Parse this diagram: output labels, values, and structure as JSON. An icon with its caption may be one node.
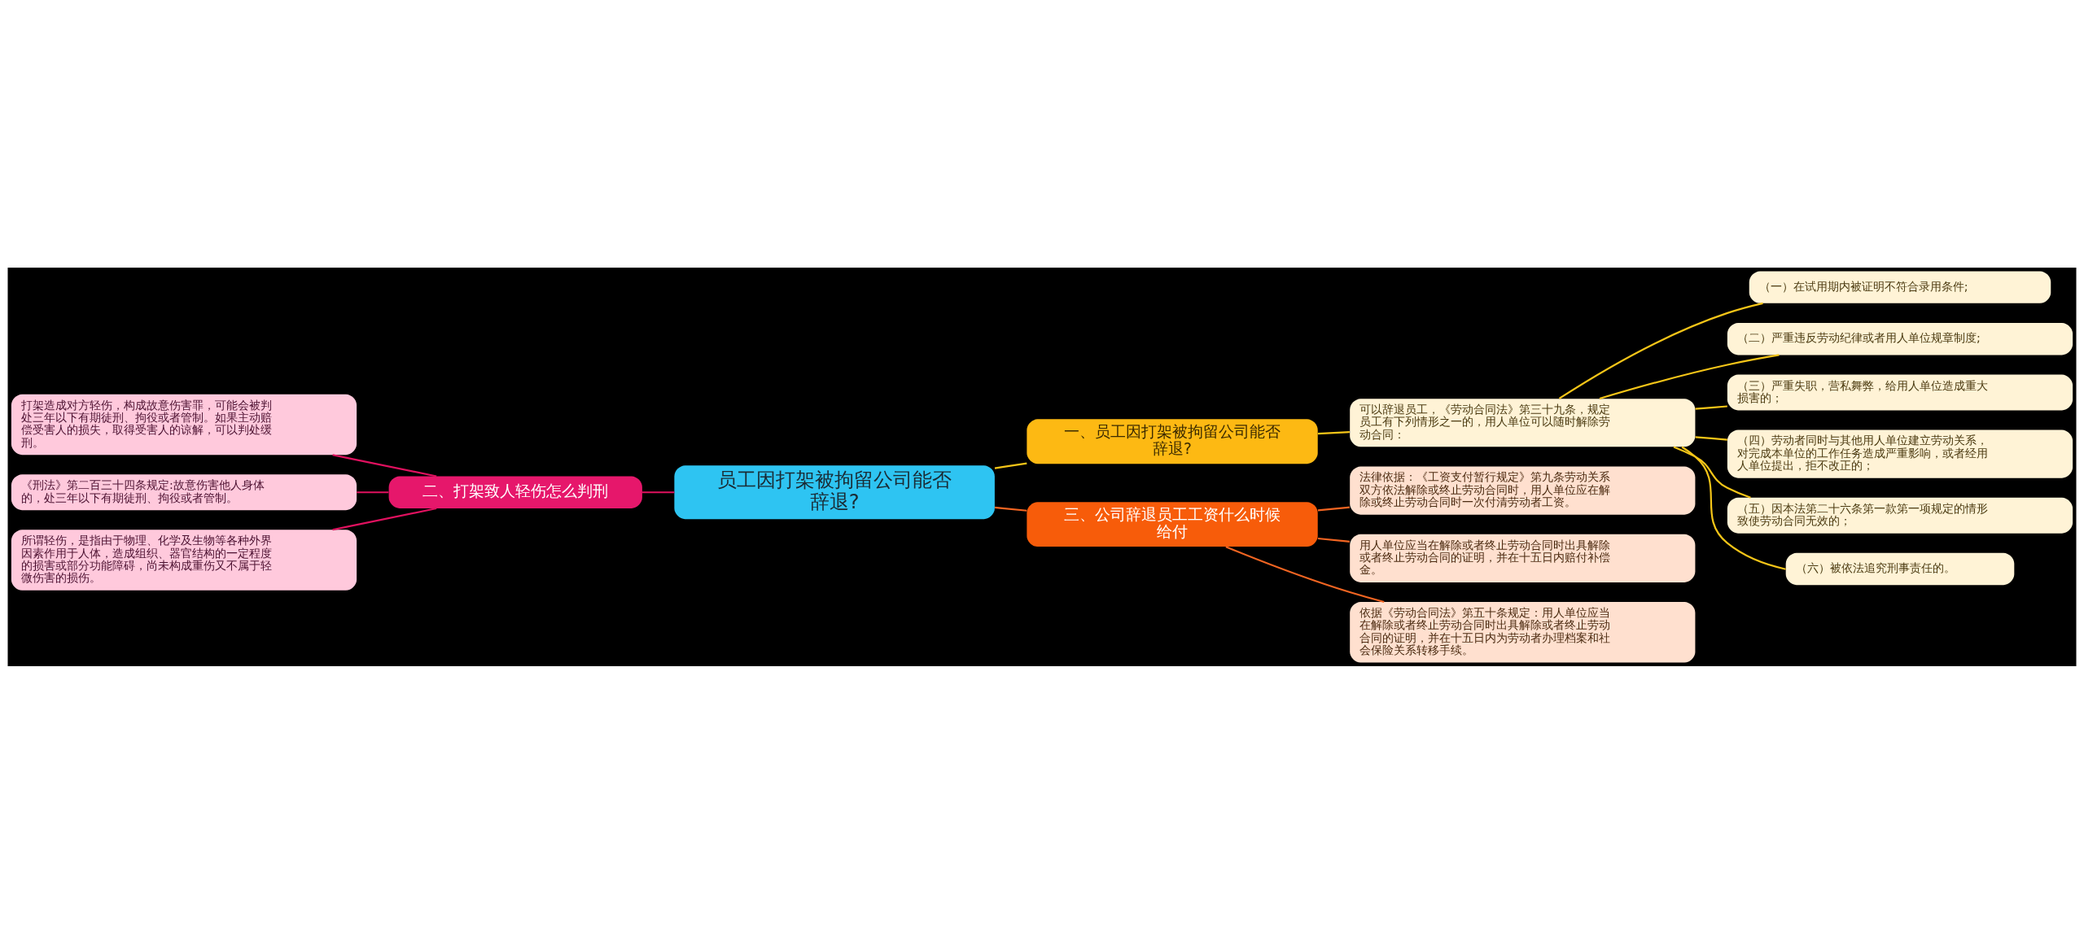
{
  "diagram": {
    "nodes": [
      {
        "text": [
          "员工因打架被拘留公司能否辞退?"
        ]
      },
      {
        "text": [
          "一、员工因打架被拘留公司能否辞退?"
        ]
      },
      {
        "text": [
          "可以辞退员工，《劳动合同法》第三十九条，规定员工有下列情形之一的，用人单位可以随时解除劳动合同："
        ]
      },
      {
        "text": [
          "（一）在试用期内被证明不符合录用条件;"
        ]
      },
      {
        "text": [
          "（二）严重违反劳动纪律或者用人单位规章制度;"
        ]
      },
      {
        "text": [
          "（三）严重失职，营私舞弊，给用人单位造成重大损害的；"
        ]
      },
      {
        "text": [
          "（四）劳动者同时与其他用人单位建立劳动关系，对完成本单位的工作任务造成严重影响，或者经用人单位提出，拒不改正的；"
        ]
      },
      {
        "text": [
          "（五）因本法第二十六条第一款第一项规定的情形致使劳动合同无效的；"
        ]
      },
      {
        "text": [
          "（六）被依法追究刑事责任的。"
        ]
      },
      {
        "text": [
          "三、公司辞退员工工资什么时候给付"
        ]
      },
      {
        "text": [
          "法律依据：《工资支付暂行规定》第九条劳动关系双方依法解除或终止劳动合同时，用人单位应在解除或终止劳动合同时一次付清劳动者工资。"
        ]
      },
      {
        "text": [
          "用人单位应当在解除或者终止劳动合同时出具解除或者终止劳动合同的证明，并在十五日内赔付补偿金。"
        ]
      },
      {
        "text": [
          "依据《劳动合同法》第五十条规定：用人单位应当在解除或者终止劳动合同时出具解除或者终止劳动合同的证明，并在十五日内为劳动者办理档案和社会保险关系转移手续。"
        ]
      },
      {
        "text": [
          "二、打架致人轻伤怎么判刑"
        ]
      },
      {
        "text": [
          "打架造成对方轻伤，构成故意伤害罪，可能会被判处三年以下有期徒刑、拘役或者管制。如果主动赔偿受害人的损失，取得受害人的谅解，可以判处缓刑。"
        ]
      },
      {
        "text": [
          "《刑法》第二百三十四条规定:故意伤害他人身体的，处三年以下有期徒刑、拘役或者管制。"
        ]
      },
      {
        "text": [
          "所谓轻伤，是指由于物理、化学及生物等各种外界因素作用于人体，造成组织、器官结构的一定程度的损害或部分功能障碍，尚未构成重伤又不属于轻微伤害的损伤。"
        ]
      }
    ],
    "edges": [
      {
        "from": 0,
        "to": 1,
        "arrow": "none"
      },
      {
        "from": 1,
        "to": 2,
        "arrow": "none"
      },
      {
        "from": 2,
        "to": 3,
        "arrow": "none"
      },
      {
        "from": 2,
        "to": 4,
        "arrow": "none"
      },
      {
        "from": 2,
        "to": 5,
        "arrow": "none"
      },
      {
        "from": 2,
        "to": 6,
        "arrow": "none"
      },
      {
        "from": 2,
        "to": 7,
        "arrow": "none"
      },
      {
        "from": 2,
        "to": 8,
        "arrow": "none"
      },
      {
        "from": 0,
        "to": 9,
        "arrow": "none",
        "color": "#f26522"
      },
      {
        "from": 9,
        "to": 10,
        "arrow": "none",
        "color": "#f26522"
      },
      {
        "from": 9,
        "to": 11,
        "arrow": "none",
        "color": "#f26522"
      },
      {
        "from": 9,
        "to": 12,
        "arrow": "none",
        "color": "#f26522"
      },
      {
        "from": 0,
        "to": 13,
        "arrow": "none",
        "color": "#e0115f"
      },
      {
        "from": 13,
        "to": 14,
        "arrow": "none",
        "color": "#e0115f"
      },
      {
        "from": 13,
        "to": 15,
        "arrow": "none",
        "color": "#e0115f"
      },
      {
        "from": 13,
        "to": 16,
        "arrow": "none",
        "color": "#e0115f"
      }
    ]
  }
}
